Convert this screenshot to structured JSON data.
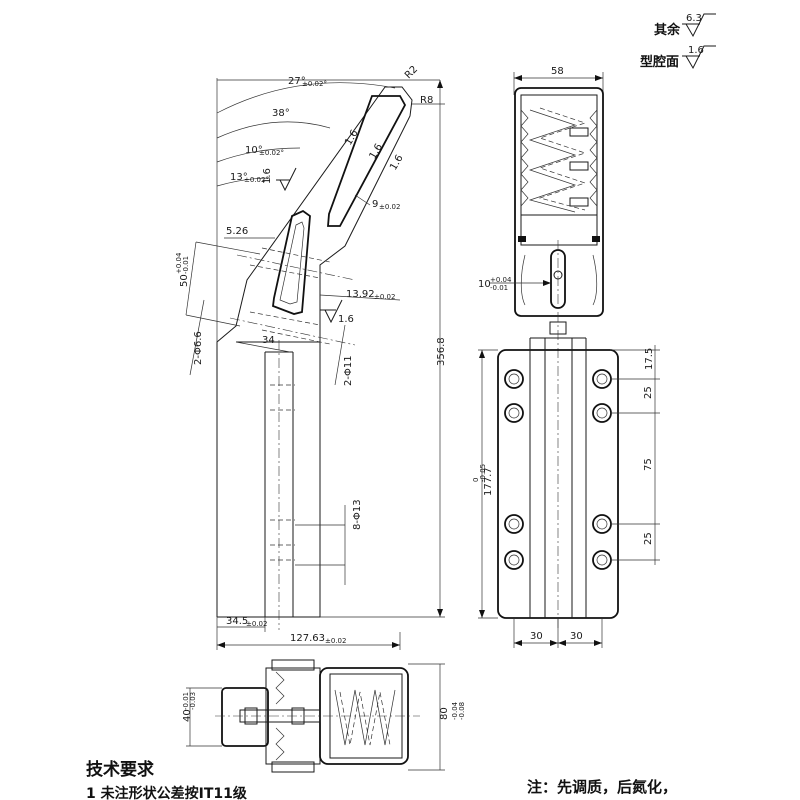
{
  "roughness": {
    "other_label": "其余",
    "other_value": "6.3",
    "cavity_label": "型腔面",
    "cavity_value": "1.6"
  },
  "front_view": {
    "angle_27": "27°",
    "angle_27_tol": "±0.02°",
    "angle_38": "38°",
    "angle_10": "10°",
    "angle_10_tol": "±0.02°",
    "angle_13": "13°",
    "angle_13_tol": "±0.02°",
    "r2": "R2",
    "r8": "R8",
    "ra_slot": "1.6",
    "ra_a": "1.6",
    "ra_b": "1.6",
    "ra_c": "1.6",
    "ra_d": "1.6",
    "dim_9": "9",
    "dim_9_tol": "±0.02",
    "dim_526": "5.26",
    "dim_50": "50",
    "dim_50_tol_up": "+0.04",
    "dim_50_tol_dn": "-0.01",
    "dim_1392": "13.92",
    "dim_1392_tol": "±0.02",
    "dim_2phi66": "2-Φ6.6",
    "dim_34": "34",
    "dim_2phi11": "2-Φ11",
    "dim_3568": "356.8",
    "dim_8phi13": "8-Φ13",
    "dim_345": "34.5",
    "dim_345_tol": "±0.02",
    "dim_12763": "127.63",
    "dim_12763_tol": "±0.02"
  },
  "side_view": {
    "dim_58": "58",
    "dim_10": "10",
    "dim_10_tol_up": "+0.04",
    "dim_10_tol_dn": "-0.01",
    "dim_1777": "177.7",
    "dim_1777_tol_up": "0",
    "dim_1777_tol_dn": "-0.05",
    "dim_175": "17.5",
    "dim_25a": "25",
    "dim_75": "75",
    "dim_25b": "25",
    "dim_30a": "30",
    "dim_30b": "30"
  },
  "bottom_view": {
    "dim_40": "40",
    "dim_40_tol_up": "-0.01",
    "dim_40_tol_dn": "-0.03",
    "dim_80": "80",
    "dim_80_tol_up": "-0.04",
    "dim_80_tol_dn": "-0.08"
  },
  "notes": {
    "tech_title": "技术要求",
    "tech_item_1": "1    未注形状公差按IT11级",
    "note": "注：先调质，后氮化，"
  }
}
